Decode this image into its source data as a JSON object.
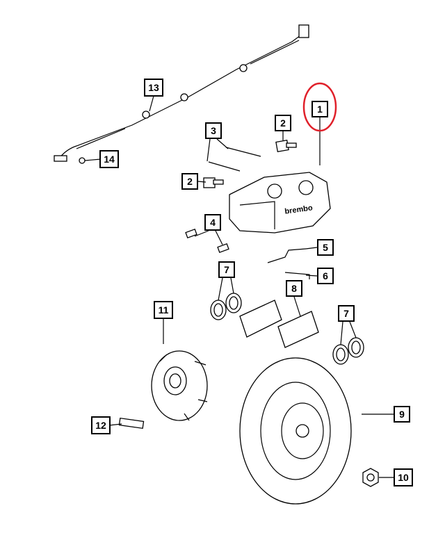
{
  "diagram": {
    "title": "Brake caliper and rotor assembly exploded view",
    "highlight_color": "#e0202a",
    "highlighted_callout": "1",
    "caliper_logo_text": "brembo",
    "callouts": [
      {
        "id": "c1",
        "label": "1"
      },
      {
        "id": "c2a",
        "label": "2"
      },
      {
        "id": "c3",
        "label": "3"
      },
      {
        "id": "c2b",
        "label": "2"
      },
      {
        "id": "c4",
        "label": "4"
      },
      {
        "id": "c5",
        "label": "5"
      },
      {
        "id": "c6",
        "label": "6"
      },
      {
        "id": "c7a",
        "label": "7"
      },
      {
        "id": "c8",
        "label": "8"
      },
      {
        "id": "c11",
        "label": "11"
      },
      {
        "id": "c7b",
        "label": "7"
      },
      {
        "id": "c9",
        "label": "9"
      },
      {
        "id": "c12",
        "label": "12"
      },
      {
        "id": "c10",
        "label": "10"
      },
      {
        "id": "c13",
        "label": "13"
      },
      {
        "id": "c14",
        "label": "14"
      }
    ]
  }
}
